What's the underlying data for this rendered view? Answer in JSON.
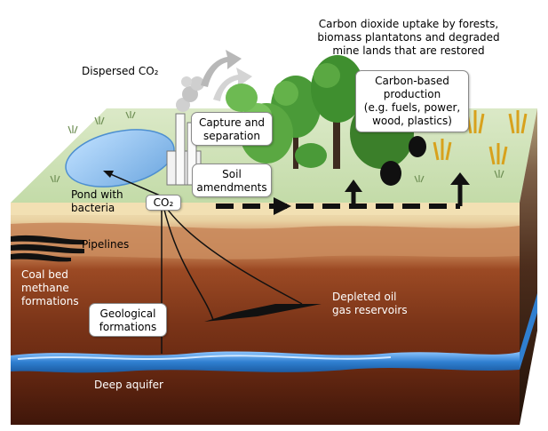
{
  "labels": {
    "uptake": "Carbon dioxide uptake by forests,\nbiomass plantatons and degraded\nmine lands that are restored",
    "dispersed": "Dispersed CO₂",
    "capture": "Capture and\nseparation",
    "carbon_based": "Carbon-based\nproduction\n(e.g. fuels, power,\nwood, plastics)",
    "soil": "Soil\namendments",
    "pond": "Pond with\nbacteria",
    "co2": "CO₂",
    "pipelines": "Pipelines",
    "coal": "Coal bed\nmethane\nformations",
    "geological": "Geological\nformations",
    "depleted": "Depleted oil\ngas reservoirs",
    "aquifer": "Deep aquifer"
  },
  "colors": {
    "grass_top": "#cfe3b8",
    "soil_band": "#efdcb0",
    "clay_band": "#c98a5c",
    "rock_band": "#7a3418",
    "deep_rock": "#4f1a0c",
    "aquifer": "#2f7fd0",
    "side_face": "#3b3b3b",
    "tree_green": "#3f8f2f"
  }
}
